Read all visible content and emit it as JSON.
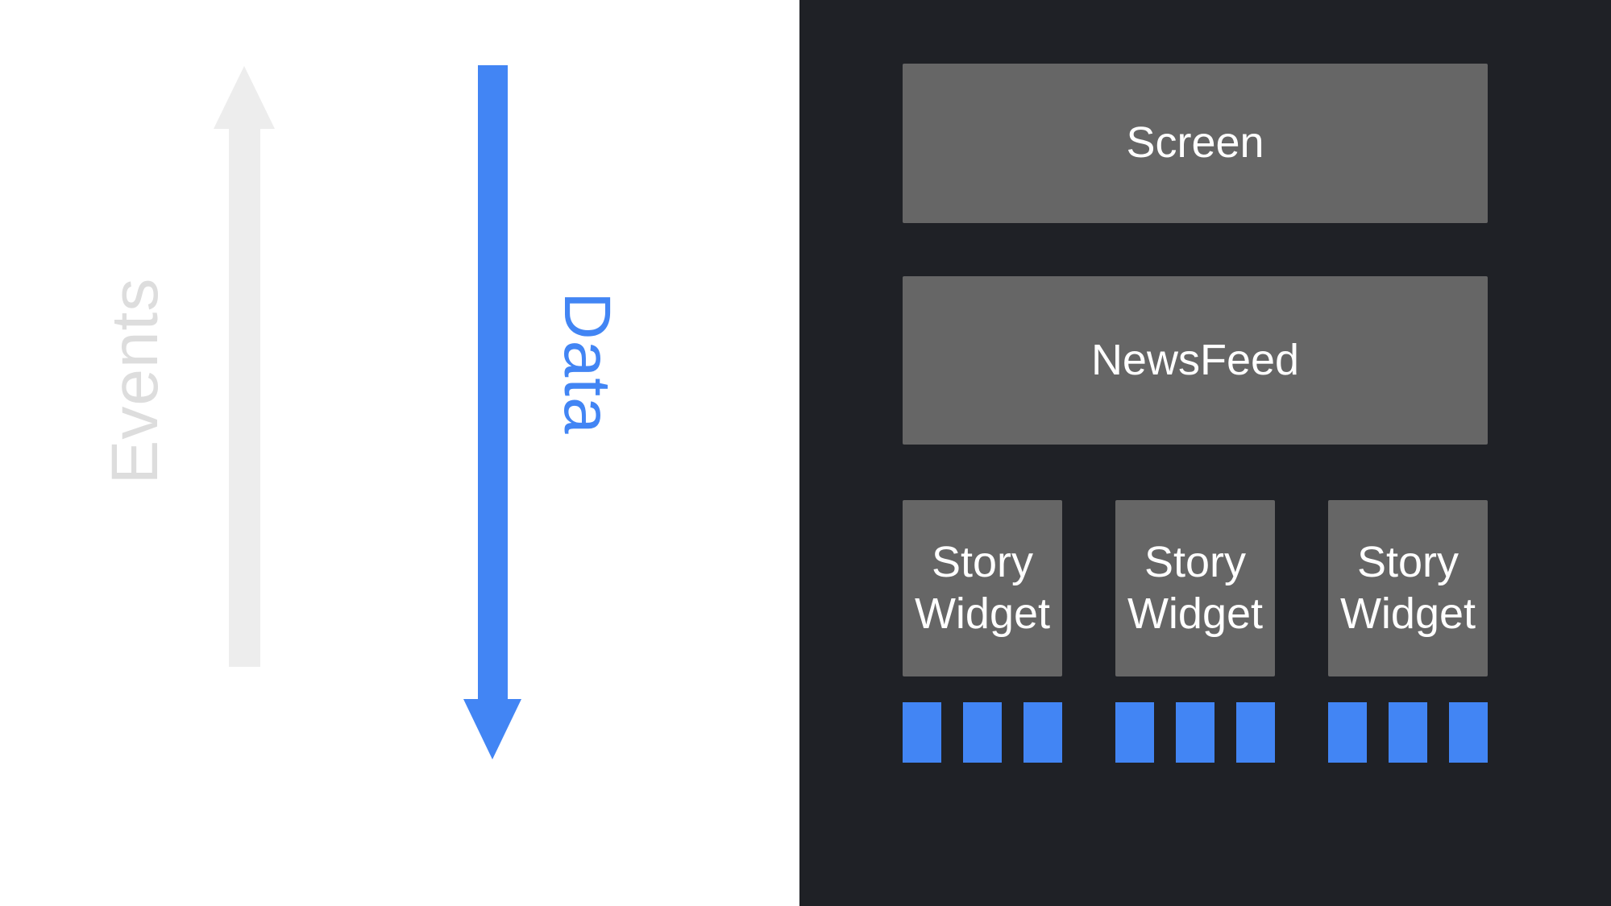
{
  "colors": {
    "canvas-white": "#FFFFFF",
    "panel-dark": "#1F2126",
    "box-gray": "#666666",
    "accent-blue": "#4285F4",
    "arrow-gray": "#EDEDED",
    "events-text-gray": "#DDDDDD",
    "label-white": "#FFFFFF"
  },
  "left_panel": {
    "events_label": "Events",
    "data_label": "Data"
  },
  "right_panel": {
    "screen_label": "Screen",
    "newsfeed_label": "NewsFeed",
    "story_widgets": [
      {
        "label": "Story Widget",
        "block_count": 3
      },
      {
        "label": "Story Widget",
        "block_count": 3
      },
      {
        "label": "Story Widget",
        "block_count": 3
      }
    ]
  }
}
